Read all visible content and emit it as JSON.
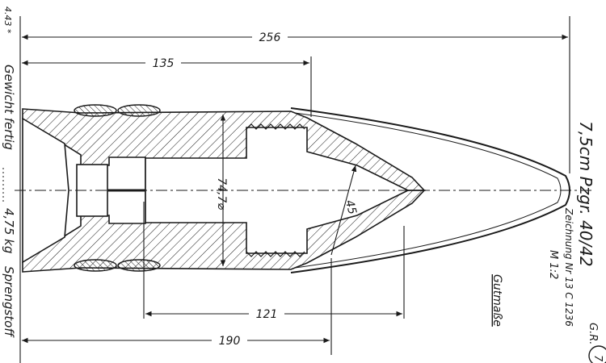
{
  "drawing": {
    "title": "7,5cm Pzgr. 40/42",
    "drawing_number": "Zeichnung Nr 13 C 1236",
    "scale": "M 1:2",
    "note": "Gutmaße",
    "weight_label": "Gewicht fertig",
    "weight_value": "4,75 kg",
    "explosive": "Sprengstoff",
    "corner_left": "4.43 *",
    "corner_right": "G.R.",
    "stamp": "7"
  },
  "dimensions": {
    "overall_length": "256",
    "body_length": "135",
    "cavity_length": "121",
    "to_rear_of_nose": "190",
    "cavity_diameter": "74,7⌀",
    "nose_radius": "45"
  },
  "colors": {
    "ink": "#1a1a1a",
    "paper": "#ffffff"
  }
}
